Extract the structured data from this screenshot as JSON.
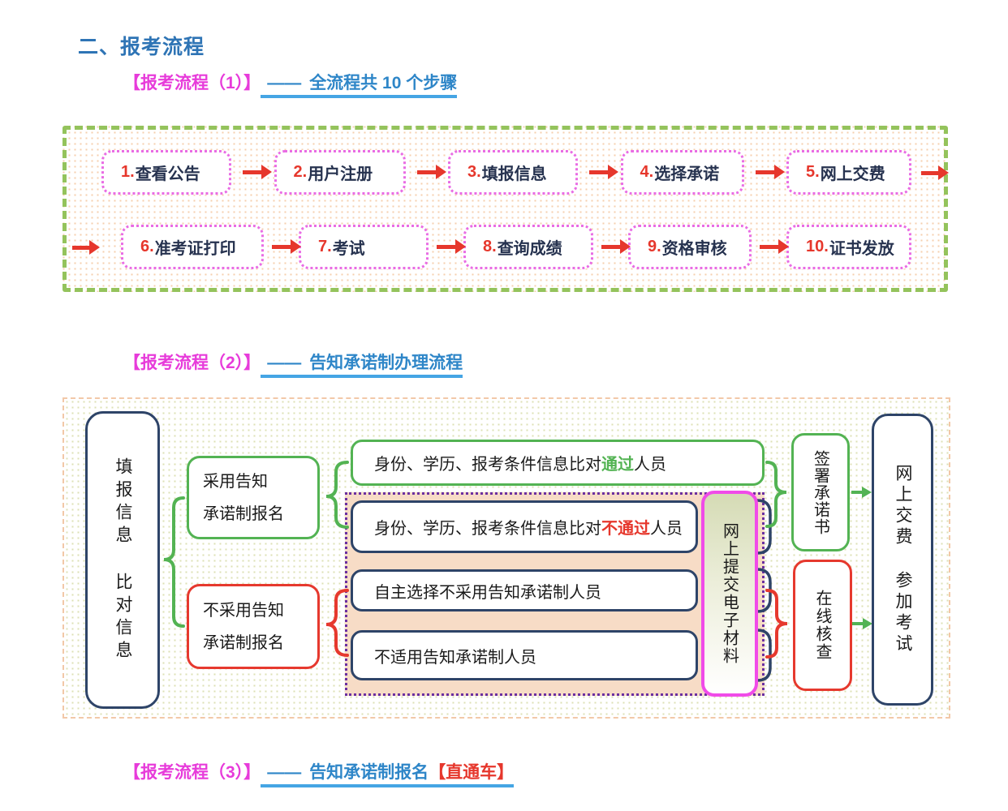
{
  "title": "二、报考流程",
  "colors": {
    "accent_blue": "#2E74B5",
    "magenta": "#E73BDA",
    "link_blue": "#2E86C8",
    "underline_blue": "#45A5E4",
    "red": "#E6372C",
    "green": "#53B353",
    "navy": "#2E4468",
    "panel1_border_green": "#94C35C",
    "panel2_border_peach": "#F2C8A8",
    "zone_fill_peach": "#F7DCC6",
    "zone_border_purple": "#6B2FA0",
    "step_border_magenta": "#E96CE4",
    "submit_border_magenta": "#F04BE8"
  },
  "sections": {
    "s1": {
      "tag": "【报考流程（1）】",
      "dash": "——",
      "link": "全流程共 10 个步骤"
    },
    "s2": {
      "tag": "【报考流程（2）】",
      "dash": "——",
      "link": "告知承诺制办理流程"
    },
    "s3": {
      "tag": "【报考流程（3）】",
      "dash": "——",
      "link": "告知承诺制报名",
      "highlight": "【直通车】"
    }
  },
  "flow1": {
    "steps": [
      {
        "num": "1.",
        "label": "查看公告"
      },
      {
        "num": "2.",
        "label": "用户注册"
      },
      {
        "num": "3.",
        "label": "填报信息"
      },
      {
        "num": "4.",
        "label": "选择承诺"
      },
      {
        "num": "5.",
        "label": "网上交费"
      },
      {
        "num": "6.",
        "label": "准考证打印"
      },
      {
        "num": "7.",
        "label": "考试"
      },
      {
        "num": "8.",
        "label": "查询成绩"
      },
      {
        "num": "9.",
        "label": "资格审核"
      },
      {
        "num": "10.",
        "label": "证书发放"
      }
    ]
  },
  "flow2": {
    "fill_info": "填报信息 比对信息",
    "adopt": {
      "line1": "采用告知",
      "line2": "承诺制报名"
    },
    "not_adopt": {
      "line1": "不采用告知",
      "line2": "承诺制报名"
    },
    "pass": {
      "pre": "身份、学历、报考条件信息比对",
      "em": "通过",
      "post": "人员"
    },
    "fail": {
      "pre": "身份、学历、报考条件信息比对",
      "em": "不通过",
      "post": "人员"
    },
    "self_choose": "自主选择不采用告知承诺制人员",
    "not_applicable": "不适用告知承诺制人员",
    "submit": "网上提交电子材料",
    "sign": "签署承诺书",
    "online_check": "在线核查",
    "pay_exam": "网上交费 参加考试"
  }
}
